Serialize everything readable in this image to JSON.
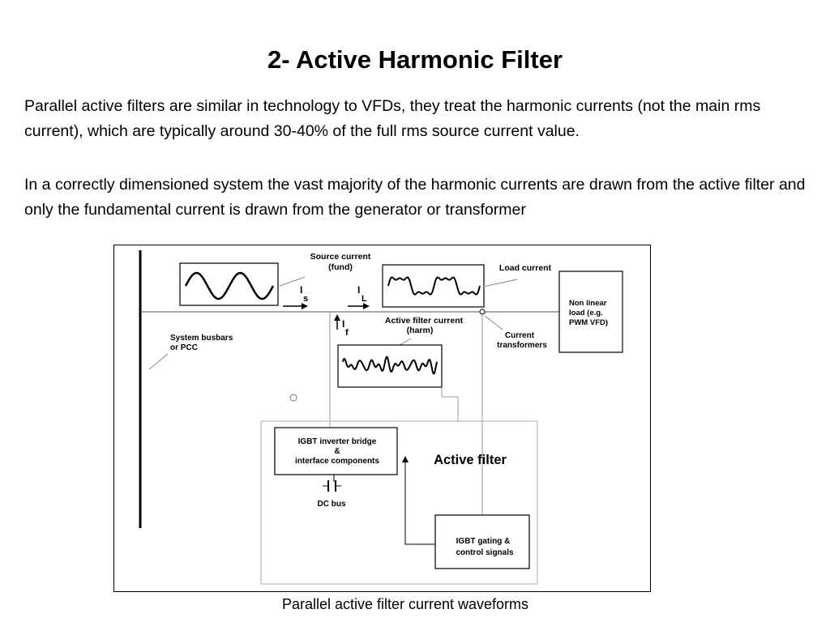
{
  "slide": {
    "title": "2- Active Harmonic Filter",
    "paragraphs": [
      "Parallel active filters are similar in technology to VFDs, they treat the harmonic currents (not the main rms current), which are typically around 30-40% of the full rms source current value.",
      "In a correctly dimensioned system the vast majority of the harmonic currents are drawn from the active filter and only the fundamental current is drawn from the generator or transformer"
    ],
    "caption": "Parallel active filter current waveforms"
  },
  "diagram": {
    "source_current_line1": "Source current",
    "source_current_line2": "(fund)",
    "load_current": "Load current",
    "is_symbol": "I",
    "is_sub": "s",
    "il_symbol": "I",
    "il_sub": "L",
    "if_symbol": "I",
    "if_sub": "f",
    "active_filter_current_line1": "Active filter current",
    "active_filter_current_line2": "(harm)",
    "current_transformers_line1": "Current",
    "current_transformers_line2": "transformers",
    "busbars_line1": "System busbars",
    "busbars_line2": "or PCC",
    "nonlinear_line1": "Non linear",
    "nonlinear_line2": "load (e.g.",
    "nonlinear_line3": "PWM VFD)",
    "igbt_bridge_line1": "IGBT inverter bridge",
    "igbt_bridge_line2": "&",
    "igbt_bridge_line3": "interface components",
    "active_filter_label": "Active filter",
    "dc_bus": "DC bus",
    "igbt_gating_line1": "IGBT gating &",
    "igbt_gating_line2": "control signals"
  }
}
